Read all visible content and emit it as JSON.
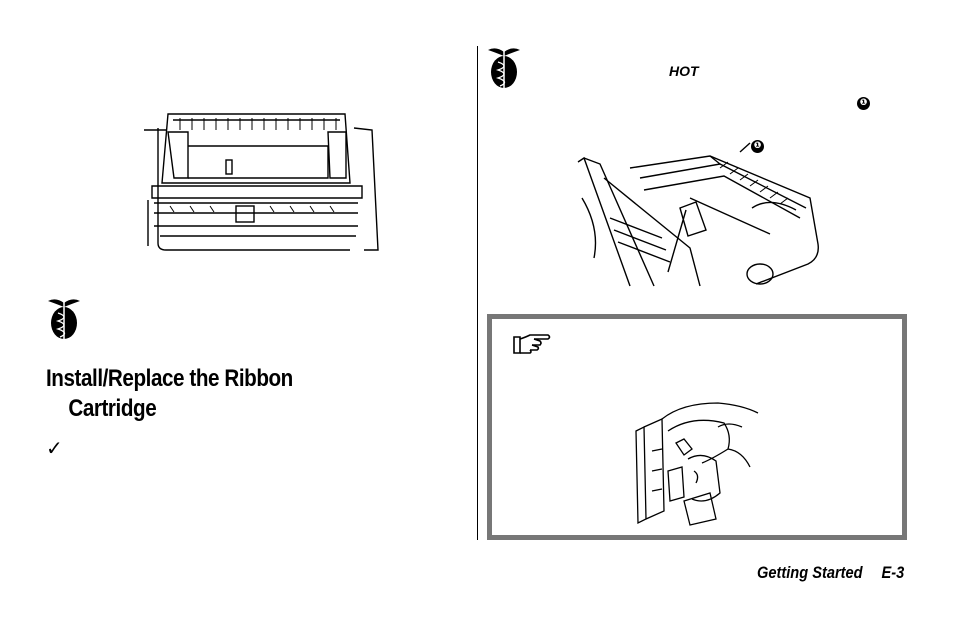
{
  "left": {
    "section_heading_line1": "Install/Replace the Ribbon",
    "section_heading_line2": "Cartridge",
    "checkmark": "✓"
  },
  "right": {
    "hot_label": "HOT",
    "callout_marker": "❶",
    "figure_callout": "❶"
  },
  "icons": {
    "caution_icon_left": "caduceus-caution-icon",
    "caution_icon_right": "caduceus-caution-icon",
    "note_icon": "pointing-hand-icon"
  },
  "footer": {
    "chapter": "Getting Started",
    "page": "E-3"
  },
  "colors": {
    "note_border": "#777777",
    "ink": "#000000"
  }
}
